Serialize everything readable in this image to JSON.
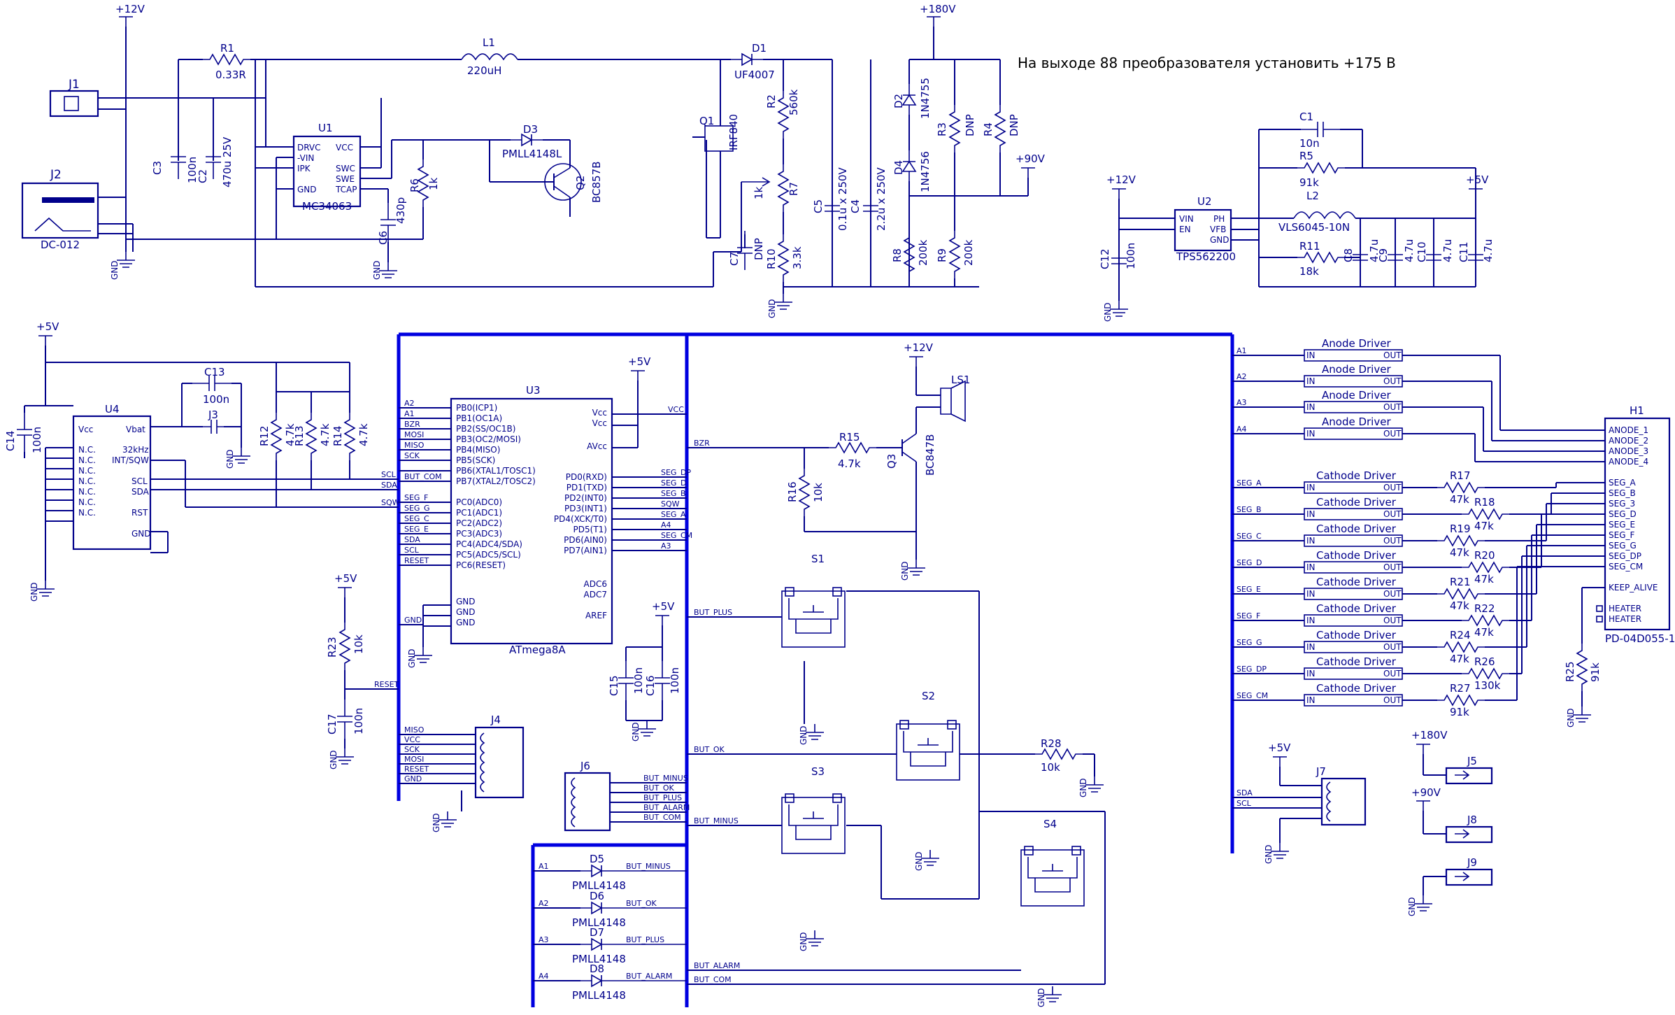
{
  "note": "На выходе 88 преобразователя установить +175 В",
  "rails": {
    "p12": "+12V",
    "p180": "+180V",
    "p90": "+90V",
    "p5": "+5V",
    "gnd": "GND"
  },
  "parts": {
    "j1": "J1",
    "j2": "J2",
    "j2_val": "DC-012",
    "r1": "R1",
    "r1_val": "0.33R",
    "l1": "L1",
    "l1_val": "220uH",
    "d1": "D1",
    "d1_val": "UF4007",
    "u1": "U1",
    "u1_val": "MC34063",
    "u1_pins": [
      "DRVC",
      "-VIN",
      "IPK",
      "GND",
      "VCC",
      "SWC",
      "SWE",
      "TCAP"
    ],
    "c3": "C3",
    "c3_val": "100n",
    "c2": "C2",
    "c2_val": "470u 25V",
    "c6": "C6",
    "c6_val": "430p",
    "r6": "R6",
    "r6_val": "1k",
    "d3": "D3",
    "d3_val": "PMLL4148L",
    "q2": "Q2",
    "q2_val": "BC857B",
    "q1": "Q1",
    "q1_val": "IRF840",
    "r2": "R2",
    "r2_val": "560k",
    "r7": "R7",
    "r7_val": "1k",
    "r10": "R10",
    "r10_val": "3.3k",
    "c7": "C7",
    "c7_val": "DNP",
    "c5": "C5",
    "c5_val": "0.1u x 250V",
    "c4": "C4",
    "c4_val": "2.2u x 250V",
    "d2": "D2",
    "d2_val": "1N4755",
    "d4": "D4",
    "d4_val": "1N4756",
    "r3": "R3",
    "r3_val": "DNP",
    "r4": "R4",
    "r4_val": "DNP",
    "r8": "R8",
    "r8_val": "200k",
    "r9": "R9",
    "r9_val": "200k",
    "c1": "C1",
    "c1_val": "10n",
    "r5": "R5",
    "r5_val": "91k",
    "l2": "L2",
    "l2_val": "VLS6045-10N",
    "r11": "R11",
    "r11_val": "18k",
    "u2": "U2",
    "u2_val": "TPS562200",
    "u2_pins": [
      "VIN",
      "EN",
      "PH",
      "VFB",
      "GND"
    ],
    "c12": "C12",
    "c12_val": "100n",
    "c8": "C8",
    "c8_val": "4.7u",
    "c9": "C9",
    "c9_val": "4.7u",
    "c10": "C10",
    "c10_val": "4.7u",
    "c11": "C11",
    "c11_val": "4.7u",
    "u4": "U4",
    "u4_pins_left": [
      "Vcc",
      "N.C.",
      "N.C.",
      "N.C.",
      "N.C.",
      "N.C.",
      "N.C.",
      "N.C."
    ],
    "u4_pins_right": [
      "Vbat",
      "32kHz",
      "INT/SQW",
      "SCL",
      "SDA",
      "RST",
      "GND"
    ],
    "c14": "C14",
    "c14_val": "100n",
    "c13": "C13",
    "c13_val": "100n",
    "j3": "J3",
    "r12": "R12",
    "r12_val": "4.7k",
    "r13": "R13",
    "r13_val": "4.7k",
    "r14": "R14",
    "r14_val": "4.7k",
    "u3": "U3",
    "u3_val": "ATmega8A",
    "u3_pins_left": [
      "PB0(ICP1)",
      "PB1(OC1A)",
      "PB2(SS/OC1B)",
      "PB3(OC2/MOSI)",
      "PB4(MISO)",
      "PB5(SCK)",
      "PB6(XTAL1/TOSC1)",
      "PB7(XTAL2/TOSC2)",
      "PC0(ADC0)",
      "PC1(ADC1)",
      "PC2(ADC2)",
      "PC3(ADC3)",
      "PC4(ADC4/SDA)",
      "PC5(ADC5/SCL)",
      "PC6(RESET)",
      "GND",
      "GND",
      "GND"
    ],
    "u3_pins_right": [
      "Vcc",
      "Vcc",
      "AVcc",
      "PD0(RXD)",
      "PD1(TXD)",
      "PD2(INT0)",
      "PD3(INT1)",
      "PD4(XCK/T0)",
      "PD5(T1)",
      "PD6(AIN0)",
      "PD7(AIN1)",
      "ADC6",
      "ADC7",
      "AREF"
    ],
    "u3_nets_left": [
      "A2",
      "A1",
      "BZR",
      "MOSI",
      "MISO",
      "SCK",
      "BUT_COM",
      "SEG_F",
      "SEG_G",
      "SEG_C",
      "SEG_E",
      "SDA",
      "SCL",
      "RESET",
      "GND"
    ],
    "u3_nets_right": [
      "VCC",
      "SEG_DP",
      "SEG_D",
      "SEG_B",
      "SQW",
      "SEG_A",
      "A4",
      "SEG_CM",
      "A3"
    ],
    "r23": "R23",
    "r23_val": "10k",
    "c17": "C17",
    "c17_val": "100n",
    "c15": "C15",
    "c15_val": "100n",
    "c16": "C16",
    "c16_val": "100n",
    "j4": "J4",
    "j4_nets": [
      "MISO",
      "VCC",
      "SCK",
      "MOSI",
      "RESET",
      "GND"
    ],
    "j6": "J6",
    "j6_nets": [
      "BUT_MINUS",
      "BUT_OK",
      "BUT_PLUS",
      "BUT_ALARM",
      "BUT_COM"
    ],
    "d5": "D5",
    "d6": "D6",
    "d7": "D7",
    "d8": "D8",
    "d_val": "PMLL4148",
    "d_nets": [
      "BUT_MINUS",
      "BUT_OK",
      "BUT_PLUS",
      "BUT_ALARM"
    ],
    "r15": "R15",
    "r15_val": "4.7k",
    "r16": "R16",
    "r16_val": "10k",
    "q3": "Q3",
    "q3_val": "BC847B",
    "ls1": "LS1",
    "s1": "S1",
    "s2": "S2",
    "s3": "S3",
    "s4": "S4",
    "r28": "R28",
    "r28_val": "10k",
    "buttons": [
      "BUT_PLUS",
      "BUT_OK",
      "BUT_MINUS",
      "BUT_ALARM",
      "BUT_COM"
    ],
    "anode_driver": "Anode Driver",
    "cathode_driver": "Cathode Driver",
    "drv_in": "IN",
    "drv_out": "OUT",
    "anode_nets": [
      "A1",
      "A2",
      "A3",
      "A4"
    ],
    "seg_nets": [
      "SEG_A",
      "SEG_B",
      "SEG_C",
      "SEG_D",
      "SEG_E",
      "SEG_F",
      "SEG_G",
      "SEG_DP",
      "SEG_CM"
    ],
    "seg_res": [
      "R17",
      "R18",
      "R19",
      "R20",
      "R21",
      "R22",
      "R24",
      "R26",
      "R27"
    ],
    "seg_res_val": [
      "47k",
      "47k",
      "47k",
      "47k",
      "47k",
      "47k",
      "47k",
      "130k",
      "91k"
    ],
    "h1": "H1",
    "h1_val": "PD-04D055-1",
    "h1_pins": [
      "ANODE_1",
      "ANODE_2",
      "ANODE_3",
      "ANODE_4",
      "SEG_A",
      "SEG_B",
      "SEG_3",
      "SEG_D",
      "SEG_E",
      "SEG_F",
      "SEG_G",
      "SEG_DP",
      "SEG_CM",
      "KEEP_ALIVE",
      "HEATER",
      "HEATER"
    ],
    "r25": "R25",
    "r25_val": "91k",
    "j7": "J7",
    "j7_nets": [
      "SDA",
      "SCL"
    ],
    "j5": "J5",
    "j8": "J8",
    "j9": "J9"
  }
}
